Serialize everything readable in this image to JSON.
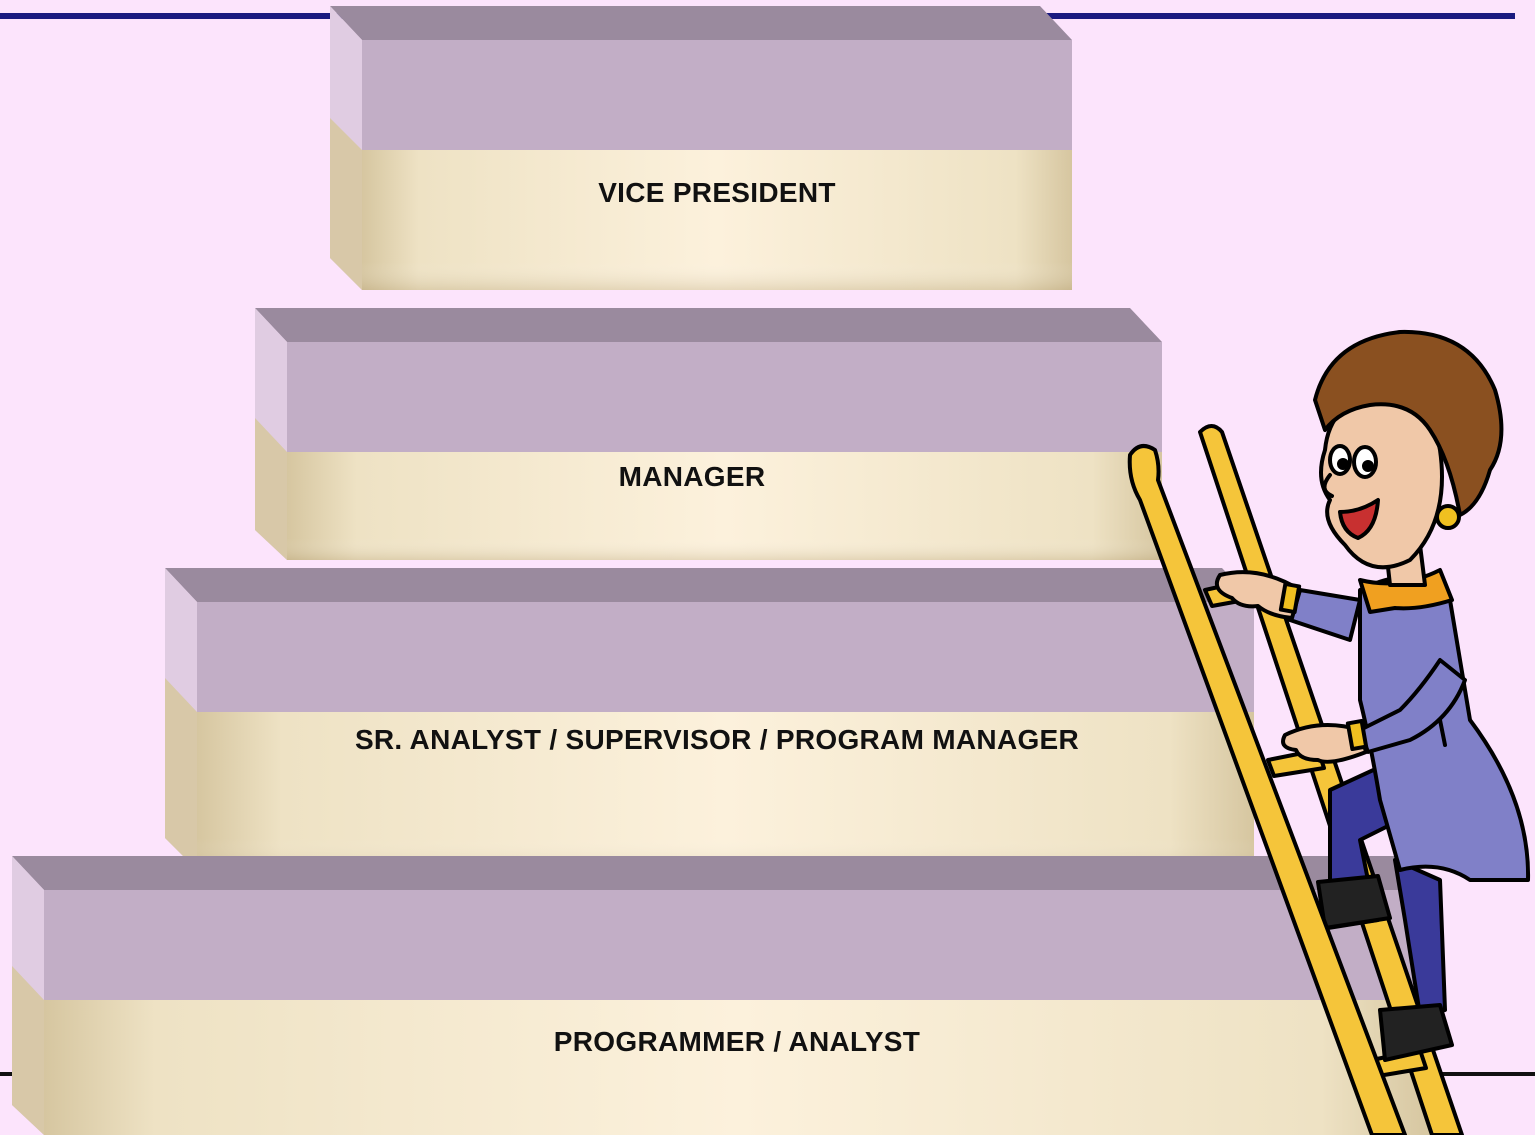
{
  "slide": {
    "background_color": "#fce4fc",
    "rule_color_top": "#1a1a80",
    "rule_color_bottom": "#111111"
  },
  "steps": [
    {
      "label": "VICE PRESIDENT"
    },
    {
      "label": "MANAGER"
    },
    {
      "label": "SR. ANALYST / SUPERVISOR / PROGRAM MANAGER"
    },
    {
      "label": "PROGRAMMER / ANALYST"
    }
  ],
  "colors": {
    "step_top": "#c2aec6",
    "step_top_shadow": "#9a8a9e",
    "step_side": "#e0cce2",
    "step_front_light": "#fbf0d8",
    "step_front_dark": "#d8c8a0",
    "ladder": "#f5c53a",
    "jacket": "#8080c8",
    "hair": "#8a5020",
    "skin": "#f0c8a8",
    "scarf": "#f0a020",
    "pants": "#3a3a9a"
  },
  "illustration": {
    "figure_icon": "woman-climbing-ladder-icon"
  }
}
